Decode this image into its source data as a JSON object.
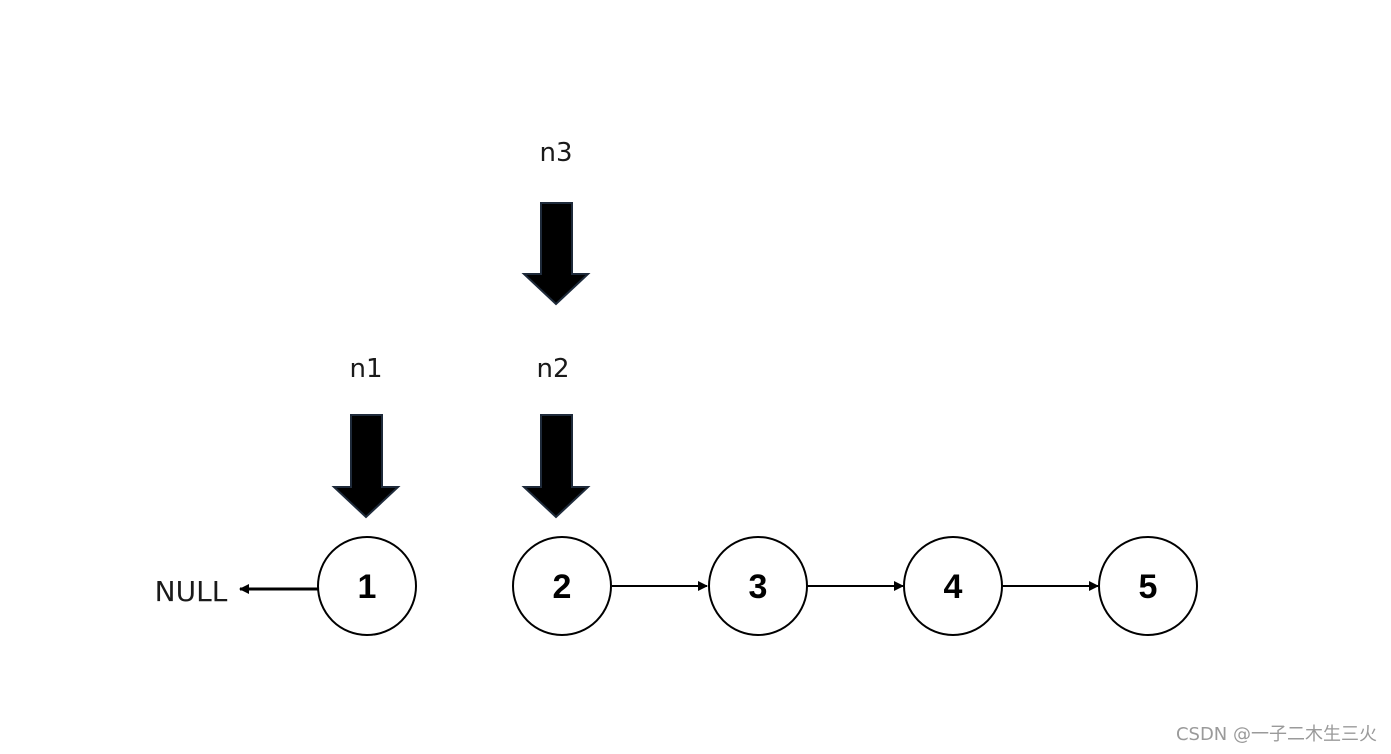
{
  "diagram": {
    "nodes": [
      {
        "id": "1",
        "label": "1"
      },
      {
        "id": "2",
        "label": "2"
      },
      {
        "id": "3",
        "label": "3"
      },
      {
        "id": "4",
        "label": "4"
      },
      {
        "id": "5",
        "label": "5"
      }
    ],
    "null_label": "NULL",
    "pointers": {
      "n1": {
        "label": "n1",
        "target": "1"
      },
      "n2": {
        "label": "n2",
        "target": "2"
      },
      "n3": {
        "label": "n3",
        "target": "2"
      }
    },
    "edges": [
      {
        "from": "1",
        "to": "NULL"
      },
      {
        "from": "2",
        "to": "3"
      },
      {
        "from": "3",
        "to": "4"
      },
      {
        "from": "4",
        "to": "5"
      }
    ],
    "colors": {
      "pointer_fill": "#000000",
      "pointer_stroke": "#1e2a3a",
      "node_stroke": "#000000",
      "text": "#1a1a1a",
      "watermark": "#9a9a9a"
    }
  },
  "watermark": "CSDN @一子二木生三火"
}
